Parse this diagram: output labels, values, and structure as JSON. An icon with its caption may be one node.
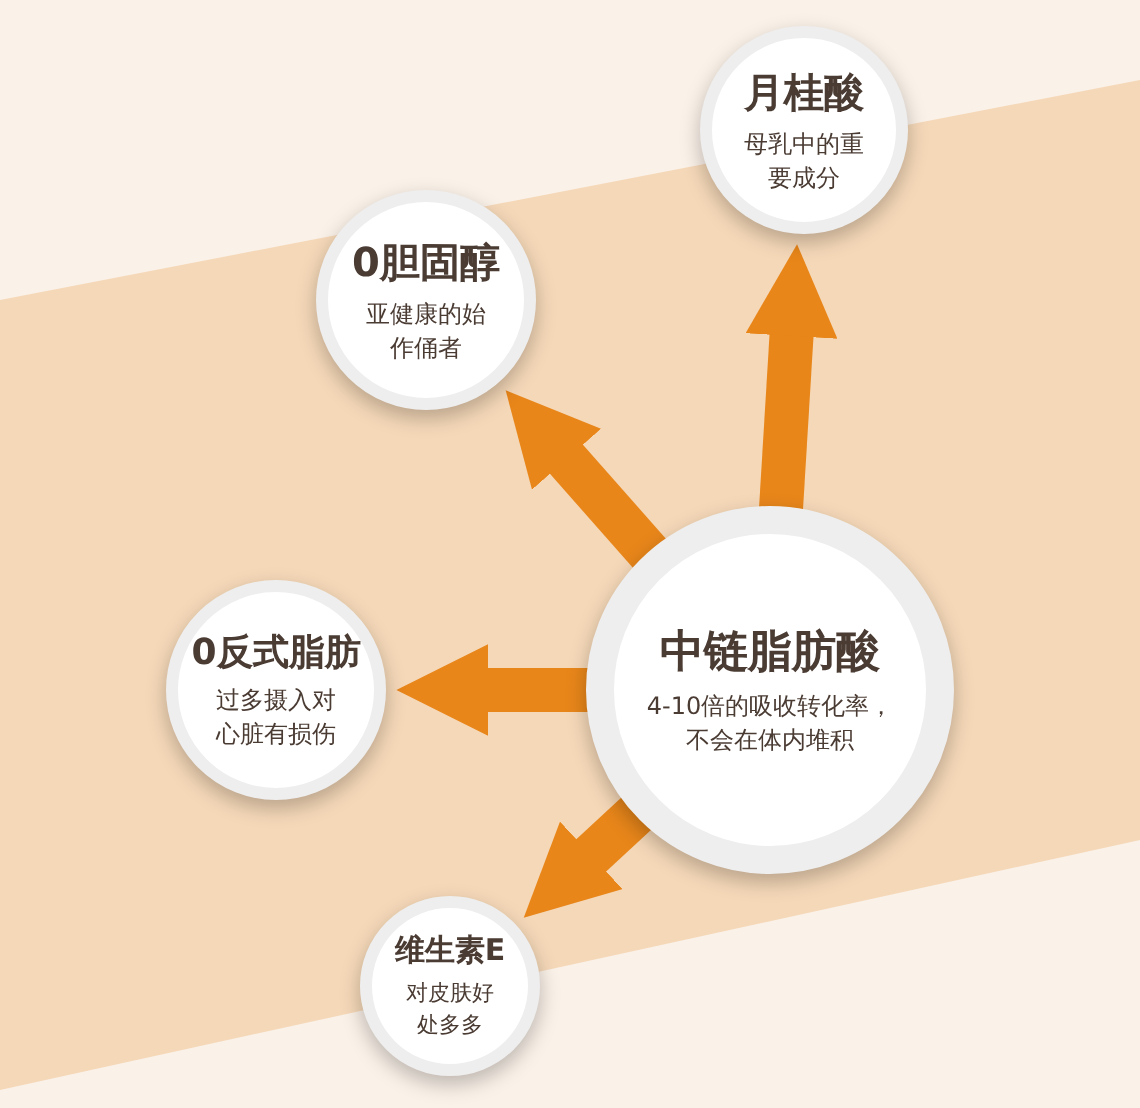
{
  "diagram": {
    "nodes": [
      {
        "text": [
          "中链脂肪酸",
          "4-10倍的吸收转化率，不会在体内堆积"
        ]
      },
      {
        "text": [
          "月桂酸",
          "母乳中的重要成分"
        ]
      },
      {
        "text": [
          "0胆固醇",
          "亚健康的始作俑者"
        ]
      },
      {
        "text": [
          "0反式脂肪",
          "过多摄入对心脏有损伤"
        ]
      },
      {
        "text": [
          "维生素E",
          "对皮肤好处多多"
        ]
      }
    ],
    "edges": [
      {
        "from": 0,
        "to": 1,
        "arrow": "to"
      },
      {
        "from": 0,
        "to": 2,
        "arrow": "to"
      },
      {
        "from": 0,
        "to": 3,
        "arrow": "to"
      },
      {
        "from": 0,
        "to": 4,
        "arrow": "to"
      }
    ]
  }
}
